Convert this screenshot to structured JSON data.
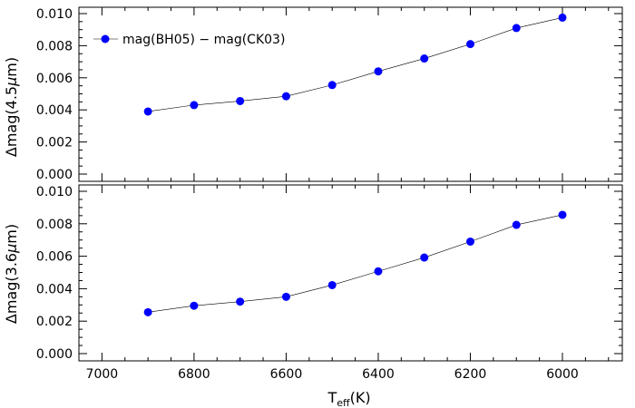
{
  "chart_data": [
    {
      "type": "line",
      "ylabel": "Δmag(4.5μm)",
      "xlim": [
        7050,
        5870
      ],
      "ylim": [
        0,
        0.01
      ],
      "yticks": [
        "0.000",
        "0.002",
        "0.004",
        "0.006",
        "0.008",
        "0.010"
      ],
      "legend": {
        "position": "top-left",
        "label": "mag(BH05) − mag(CK03)"
      },
      "series": [
        {
          "name": "mag(BH05) − mag(CK03)",
          "color": "#0000ff",
          "x": [
            6900,
            6800,
            6700,
            6600,
            6500,
            6400,
            6300,
            6200,
            6100,
            6000
          ],
          "y": [
            0.0039,
            0.0043,
            0.00455,
            0.00485,
            0.00555,
            0.0064,
            0.0072,
            0.0081,
            0.0091,
            0.00975
          ]
        }
      ]
    },
    {
      "type": "line",
      "ylabel": "Δmag(3.6μm)",
      "xlabel": "Teff(K)",
      "xlim": [
        7050,
        5870
      ],
      "ylim": [
        0,
        0.01
      ],
      "xticks": [
        "7000",
        "6800",
        "6600",
        "6400",
        "6200",
        "6000"
      ],
      "yticks": [
        "0.000",
        "0.002",
        "0.004",
        "0.006",
        "0.008",
        "0.010"
      ],
      "series": [
        {
          "color": "#0000ff",
          "x": [
            6900,
            6800,
            6700,
            6600,
            6500,
            6400,
            6300,
            6200,
            6100,
            6000
          ],
          "y": [
            0.00255,
            0.00295,
            0.0032,
            0.0035,
            0.00422,
            0.00507,
            0.00592,
            0.0069,
            0.00793,
            0.00855
          ]
        }
      ]
    }
  ],
  "labels": {
    "top_ylabel_prefix": "Δmag(4.5",
    "top_ylabel_mu": "μ",
    "top_ylabel_suffix": "m)",
    "bottom_ylabel_prefix": "Δmag(3.6",
    "bottom_ylabel_mu": "μ",
    "bottom_ylabel_suffix": "m)",
    "xlabel_main": "T",
    "xlabel_sub": "eff",
    "xlabel_unit": "(K)",
    "legend_text": "mag(BH05) − mag(CK03)"
  }
}
